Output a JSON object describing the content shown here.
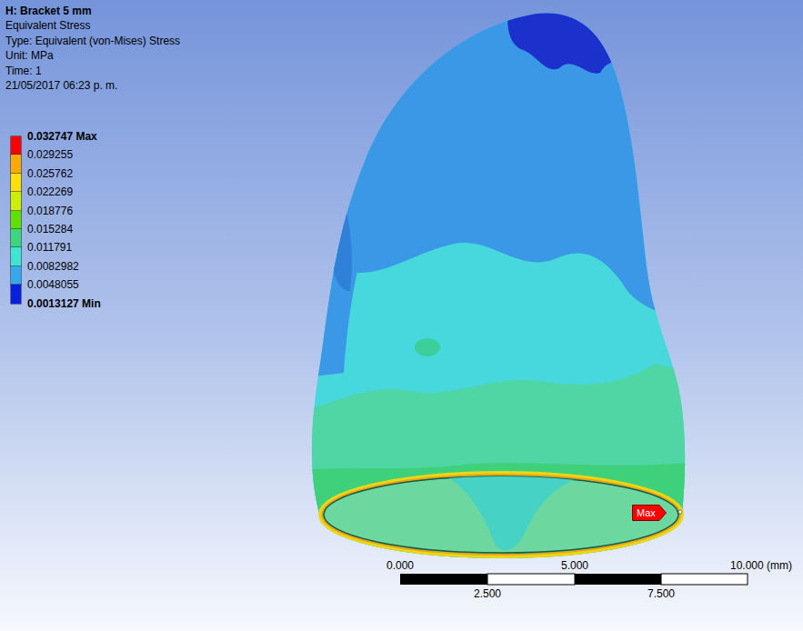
{
  "diagram": {
    "nodes": [
      {
        "text": [
          "Max"
        ]
      }
    ],
    "labels": [
      "H: Bracket 5 mm",
      "Equivalent Stress",
      "Type: Equivalent (von-Mises) Stress",
      "Unit: MPa",
      "Time: 1",
      "21/05/2017 06:23 p. m.",
      "0.0013127 Min",
      "0.000",
      "5.000",
      "10.000 (mm)",
      "2.500",
      "7.500"
    ],
    "legend": [
      {
        "text": "0.032747 Max",
        "color": "#ff0000"
      },
      {
        "text": "0.029255",
        "color": "#ffaa00"
      },
      {
        "text": "0.025762",
        "color": "#ffe000"
      },
      {
        "text": "0.022269",
        "color": "#ccf000"
      },
      {
        "text": "0.018776",
        "color": "#5ee000"
      },
      {
        "text": "0.015284",
        "color": "#3cd67e"
      },
      {
        "text": "0.011791",
        "color": "#3ee6d2"
      },
      {
        "text": "0.0082982",
        "color": "#36a8ee"
      },
      {
        "text": "0.0048055",
        "color": "#0a1ee0"
      }
    ]
  }
}
